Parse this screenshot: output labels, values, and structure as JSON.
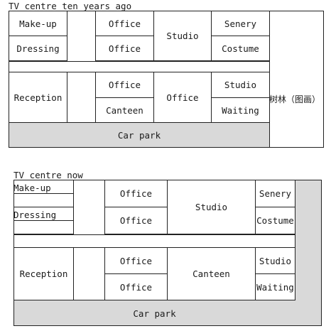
{
  "past": {
    "title": "TV centre ten years ago",
    "rooms": {
      "makeup": "Make-up",
      "dressing": "Dressing",
      "office_top1": "Office",
      "office_top2": "Office",
      "studio_top": "Studio",
      "senery": "Senery",
      "costume": "Costume",
      "reception": "Reception",
      "office_mid": "Office",
      "canteen": "Canteen",
      "office_center": "Office",
      "studio_right": "Studio",
      "waiting": "Waiting",
      "car_park": "Car park"
    },
    "trees_label": "树林（图画）"
  },
  "now": {
    "title": "TV centre now",
    "rooms": {
      "makeup": "Make-up",
      "dressing": "Dressing",
      "office_top1": "Office",
      "office_top2": "Office",
      "studio_top": "Studio",
      "senery": "Senery",
      "costume": "Costume",
      "reception": "Reception",
      "office_mid1": "Office",
      "office_mid2": "Office",
      "canteen": "Canteen",
      "studio_right": "Studio",
      "waiting": "Waiting",
      "car_park": "Car park"
    }
  }
}
